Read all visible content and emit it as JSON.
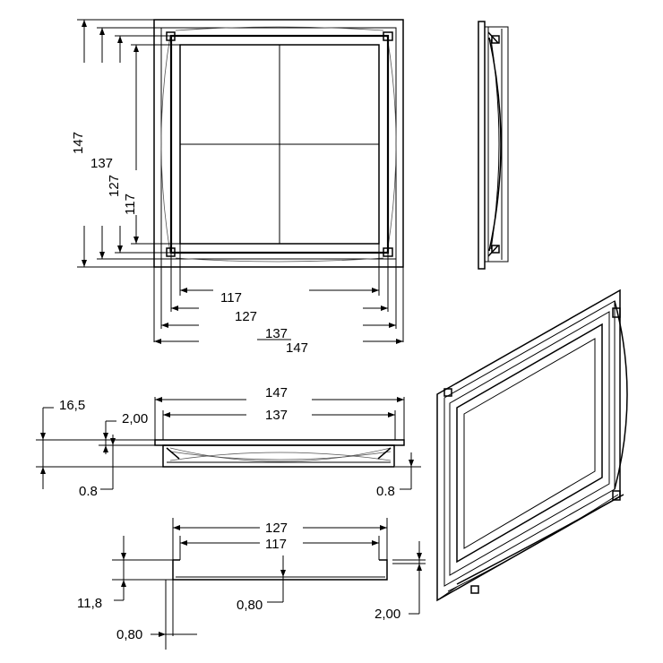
{
  "front_view": {
    "horizontal_dims": [
      "117",
      "127",
      "137",
      "147"
    ],
    "vertical_dims": [
      "147",
      "137",
      "127",
      "117"
    ]
  },
  "side_section": {
    "overall_width": "147",
    "inner_width": "137",
    "flange_height": "16,5",
    "flange_thickness": "2,00",
    "left_offset": "0.8",
    "right_offset": "0.8"
  },
  "insert_section": {
    "outer_width": "127",
    "inner_width": "117",
    "height": "11,8",
    "wall": "0,80",
    "bottom": "0,80",
    "lip": "2,00"
  }
}
